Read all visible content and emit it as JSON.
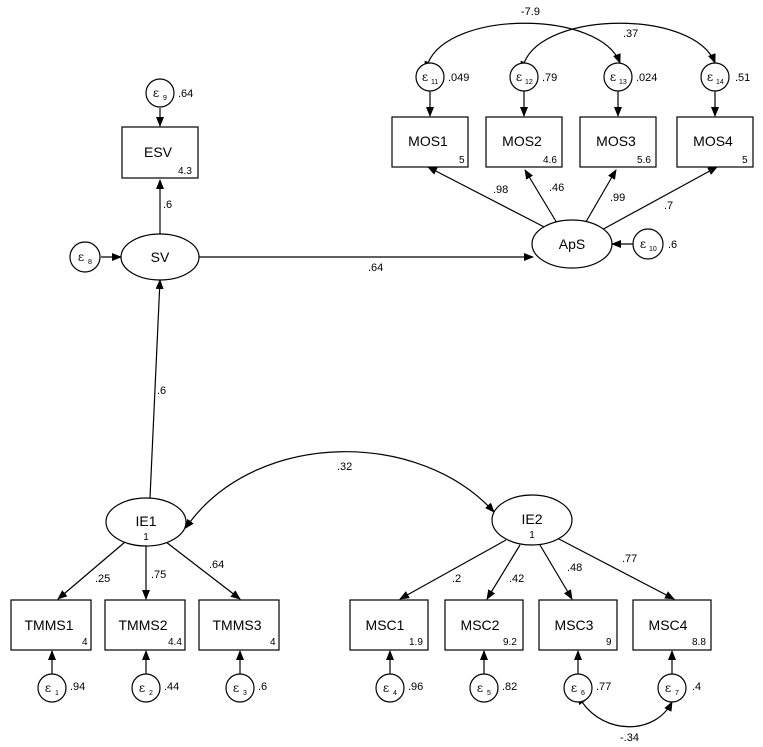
{
  "latent": {
    "sv": {
      "label": "SV",
      "sub": ""
    },
    "aps": {
      "label": "ApS",
      "sub": ""
    },
    "ie1": {
      "label": "IE1",
      "sub": "1"
    },
    "ie2": {
      "label": "IE2",
      "sub": "1"
    }
  },
  "observed": {
    "esv": {
      "label": "ESV",
      "intercept": "4.3"
    },
    "mos1": {
      "label": "MOS1",
      "intercept": "5"
    },
    "mos2": {
      "label": "MOS2",
      "intercept": "4.6"
    },
    "mos3": {
      "label": "MOS3",
      "intercept": "5.6"
    },
    "mos4": {
      "label": "MOS4",
      "intercept": "5"
    },
    "tmms1": {
      "label": "TMMS1",
      "intercept": "4"
    },
    "tmms2": {
      "label": "TMMS2",
      "intercept": "4.4"
    },
    "tmms3": {
      "label": "TMMS3",
      "intercept": "4"
    },
    "msc1": {
      "label": "MSC1",
      "intercept": "1.9"
    },
    "msc2": {
      "label": "MSC2",
      "intercept": "9.2"
    },
    "msc3": {
      "label": "MSC3",
      "intercept": "9"
    },
    "msc4": {
      "label": "MSC4",
      "intercept": "8.8"
    }
  },
  "errors": {
    "e1": {
      "symbol": "ε",
      "sub": "1",
      "variance": ".94"
    },
    "e2": {
      "symbol": "ε",
      "sub": "2",
      "variance": ".44"
    },
    "e3": {
      "symbol": "ε",
      "sub": "3",
      "variance": ".6"
    },
    "e4": {
      "symbol": "ε",
      "sub": "4",
      "variance": ".96"
    },
    "e5": {
      "symbol": "ε",
      "sub": "5",
      "variance": ".82"
    },
    "e6": {
      "symbol": "ε",
      "sub": "6",
      "variance": ".77"
    },
    "e7": {
      "symbol": "ε",
      "sub": "7",
      "variance": ".4"
    },
    "e8": {
      "symbol": "ε",
      "sub": "8",
      "variance": ""
    },
    "e9": {
      "symbol": "ε",
      "sub": "9",
      "variance": ".64"
    },
    "e10": {
      "symbol": "ε",
      "sub": "10",
      "variance": ".6"
    },
    "e11": {
      "symbol": "ε",
      "sub": "11",
      "variance": ".049"
    },
    "e12": {
      "symbol": "ε",
      "sub": "12",
      "variance": ".79"
    },
    "e13": {
      "symbol": "ε",
      "sub": "13",
      "variance": ".024"
    },
    "e14": {
      "symbol": "ε",
      "sub": "14",
      "variance": ".51"
    }
  },
  "paths": {
    "sv_esv": ".6",
    "sv_aps": ".64",
    "ie1_sv": ".6",
    "aps_mos1": ".98",
    "aps_mos2": ".46",
    "aps_mos3": ".99",
    "aps_mos4": ".7",
    "ie1_tmms1": ".25",
    "ie1_tmms2": ".75",
    "ie1_tmms3": ".64",
    "ie2_msc1": ".2",
    "ie2_msc2": ".42",
    "ie2_msc3": ".48",
    "ie2_msc4": ".77"
  },
  "covariances": {
    "ie1_ie2": ".32",
    "e11_e13": "-7.9",
    "e12_e14": ".37",
    "e6_e7": "-.34"
  }
}
